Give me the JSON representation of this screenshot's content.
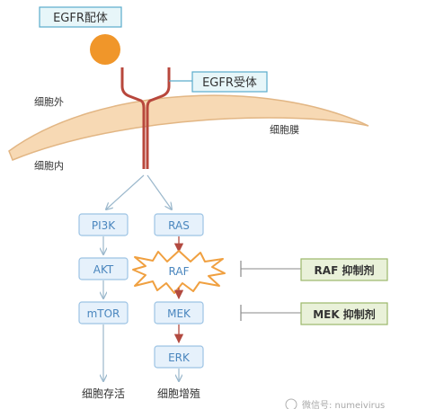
{
  "ligand": {
    "label": "EGFR配体",
    "color": "#f0962a"
  },
  "receptor": {
    "label": "EGFR受体",
    "color": "#b8473c"
  },
  "regions": {
    "outside": "细胞外",
    "membrane": "细胞膜",
    "inside": "细胞内"
  },
  "nodes": {
    "pi3k": "PI3K",
    "ras": "RAS",
    "akt": "AKT",
    "raf": "RAF",
    "mtor": "mTOR",
    "mek": "MEK",
    "erk": "ERK"
  },
  "outcomes": {
    "survival": "细胞存活",
    "proliferation": "细胞增殖"
  },
  "inhibitors": {
    "raf": "RAF 抑制剂",
    "mek": "MEK 抑制剂"
  },
  "watermark": "微信号: numeivirus",
  "colors": {
    "node_fill": "#e6f1fb",
    "node_stroke": "#9cc3e4",
    "node_text": "#4a86be",
    "label_box_fill": "#e7f6f9",
    "label_box_stroke": "#5aaccc",
    "membrane_fill": "#f7d9b4",
    "membrane_stroke": "#e2b684",
    "inhibitor_fill": "#e9f1d9",
    "inhibitor_stroke": "#9bb86a",
    "arrow_blue": "#9bb8cc",
    "arrow_red": "#b24a40"
  }
}
